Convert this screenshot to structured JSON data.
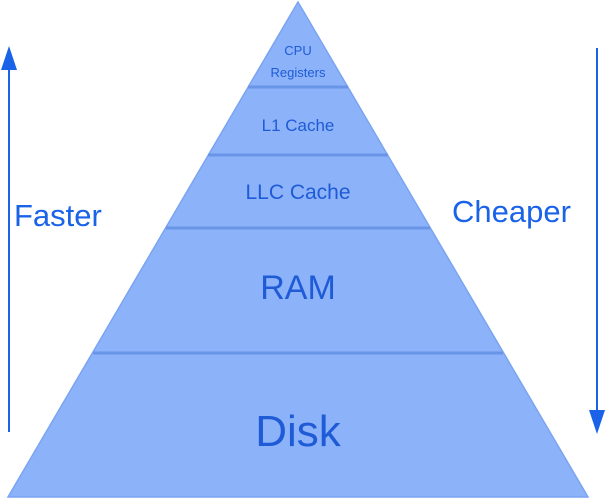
{
  "pyramid": {
    "fill_color": "#8cb3f9",
    "divider_color": "#6a94e6",
    "text_color": "#1f5bd6",
    "tiers": [
      {
        "lines": [
          "CPU",
          "Registers"
        ]
      },
      {
        "lines": [
          "L1 Cache"
        ]
      },
      {
        "lines": [
          "LLC Cache"
        ]
      },
      {
        "lines": [
          "RAM"
        ]
      },
      {
        "lines": [
          "Disk"
        ]
      }
    ]
  },
  "left_axis": {
    "label": "Faster",
    "direction": "up",
    "color": "#1a63e8"
  },
  "right_axis": {
    "label": "Cheaper",
    "direction": "down",
    "color": "#1a63e8"
  }
}
